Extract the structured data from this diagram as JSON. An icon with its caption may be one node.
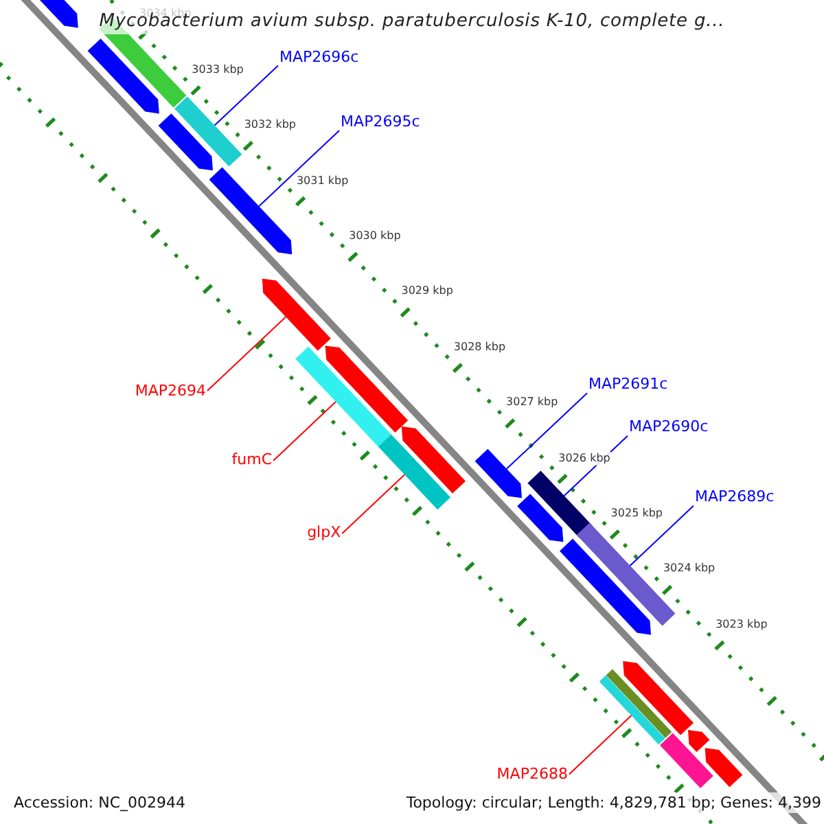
{
  "diagram": {
    "title": "Mycobacterium avium subsp. paratuberculosis K-10, complete g...",
    "nodes": [
      {
        "text": [
          "MAP2696c"
        ]
      },
      {
        "text": [],
        "shape": "bar"
      },
      {
        "text": [
          "MAP2695c"
        ]
      },
      {
        "text": [],
        "shape": "pentagon"
      },
      {
        "text": [
          "MAP2694"
        ]
      },
      {
        "text": [],
        "shape": "pentagon"
      },
      {
        "text": [
          "fumC"
        ]
      },
      {
        "text": [],
        "shape": "bar"
      },
      {
        "text": [
          "glpX"
        ]
      },
      {
        "text": [],
        "shape": "bar"
      },
      {
        "text": [
          "MAP2691c"
        ]
      },
      {
        "text": [],
        "shape": "pentagon"
      },
      {
        "text": [
          "MAP2690c"
        ]
      },
      {
        "text": [],
        "shape": "bar"
      },
      {
        "text": [
          "MAP2689c"
        ]
      },
      {
        "text": [],
        "shape": "bar"
      },
      {
        "text": [
          "MAP2688"
        ]
      },
      {
        "text": [],
        "shape": "bar"
      },
      {
        "text": [],
        "shape": "pentagon"
      },
      {
        "text": [],
        "shape": "pentagon"
      },
      {
        "text": [],
        "shape": "pentagon"
      },
      {
        "text": [],
        "shape": "pentagon"
      },
      {
        "text": [],
        "shape": "pentagon"
      },
      {
        "text": [],
        "shape": "bar"
      },
      {
        "text": [],
        "shape": "pentagon"
      },
      {
        "text": [],
        "shape": "pentagon"
      },
      {
        "text": [],
        "shape": "pentagon"
      },
      {
        "text": [],
        "shape": "pentagon"
      },
      {
        "text": [],
        "shape": "pentagon"
      },
      {
        "text": [],
        "shape": "bar"
      },
      {
        "text": [],
        "shape": "bar"
      }
    ],
    "edges": [
      {
        "from": 0,
        "to": 1,
        "arrow": "none"
      },
      {
        "from": 2,
        "to": 3,
        "arrow": "none"
      },
      {
        "from": 4,
        "to": 5,
        "arrow": "none",
        "color": "#ff0000"
      },
      {
        "from": 6,
        "to": 7,
        "arrow": "none",
        "color": "#ff0000"
      },
      {
        "from": 8,
        "to": 9,
        "arrow": "none",
        "color": "#ff0000"
      },
      {
        "from": 10,
        "to": 11,
        "arrow": "none"
      },
      {
        "from": 12,
        "to": 13,
        "arrow": "none"
      },
      {
        "from": 14,
        "to": 15,
        "arrow": "none"
      },
      {
        "from": 16,
        "to": 17,
        "arrow": "none",
        "color": "#ff0000"
      }
    ],
    "labels": [
      "3034 kbp",
      "3033 kbp",
      "3032 kbp",
      "3031 kbp",
      "3030 kbp",
      "3029 kbp",
      "3028 kbp",
      "3027 kbp",
      "3026 kbp",
      "3025 kbp",
      "3024 kbp",
      "3023 kbp",
      "Accession: NC_002944",
      "Topology: circular; Length: 4,829,781 bp; Genes: 4,399"
    ]
  }
}
